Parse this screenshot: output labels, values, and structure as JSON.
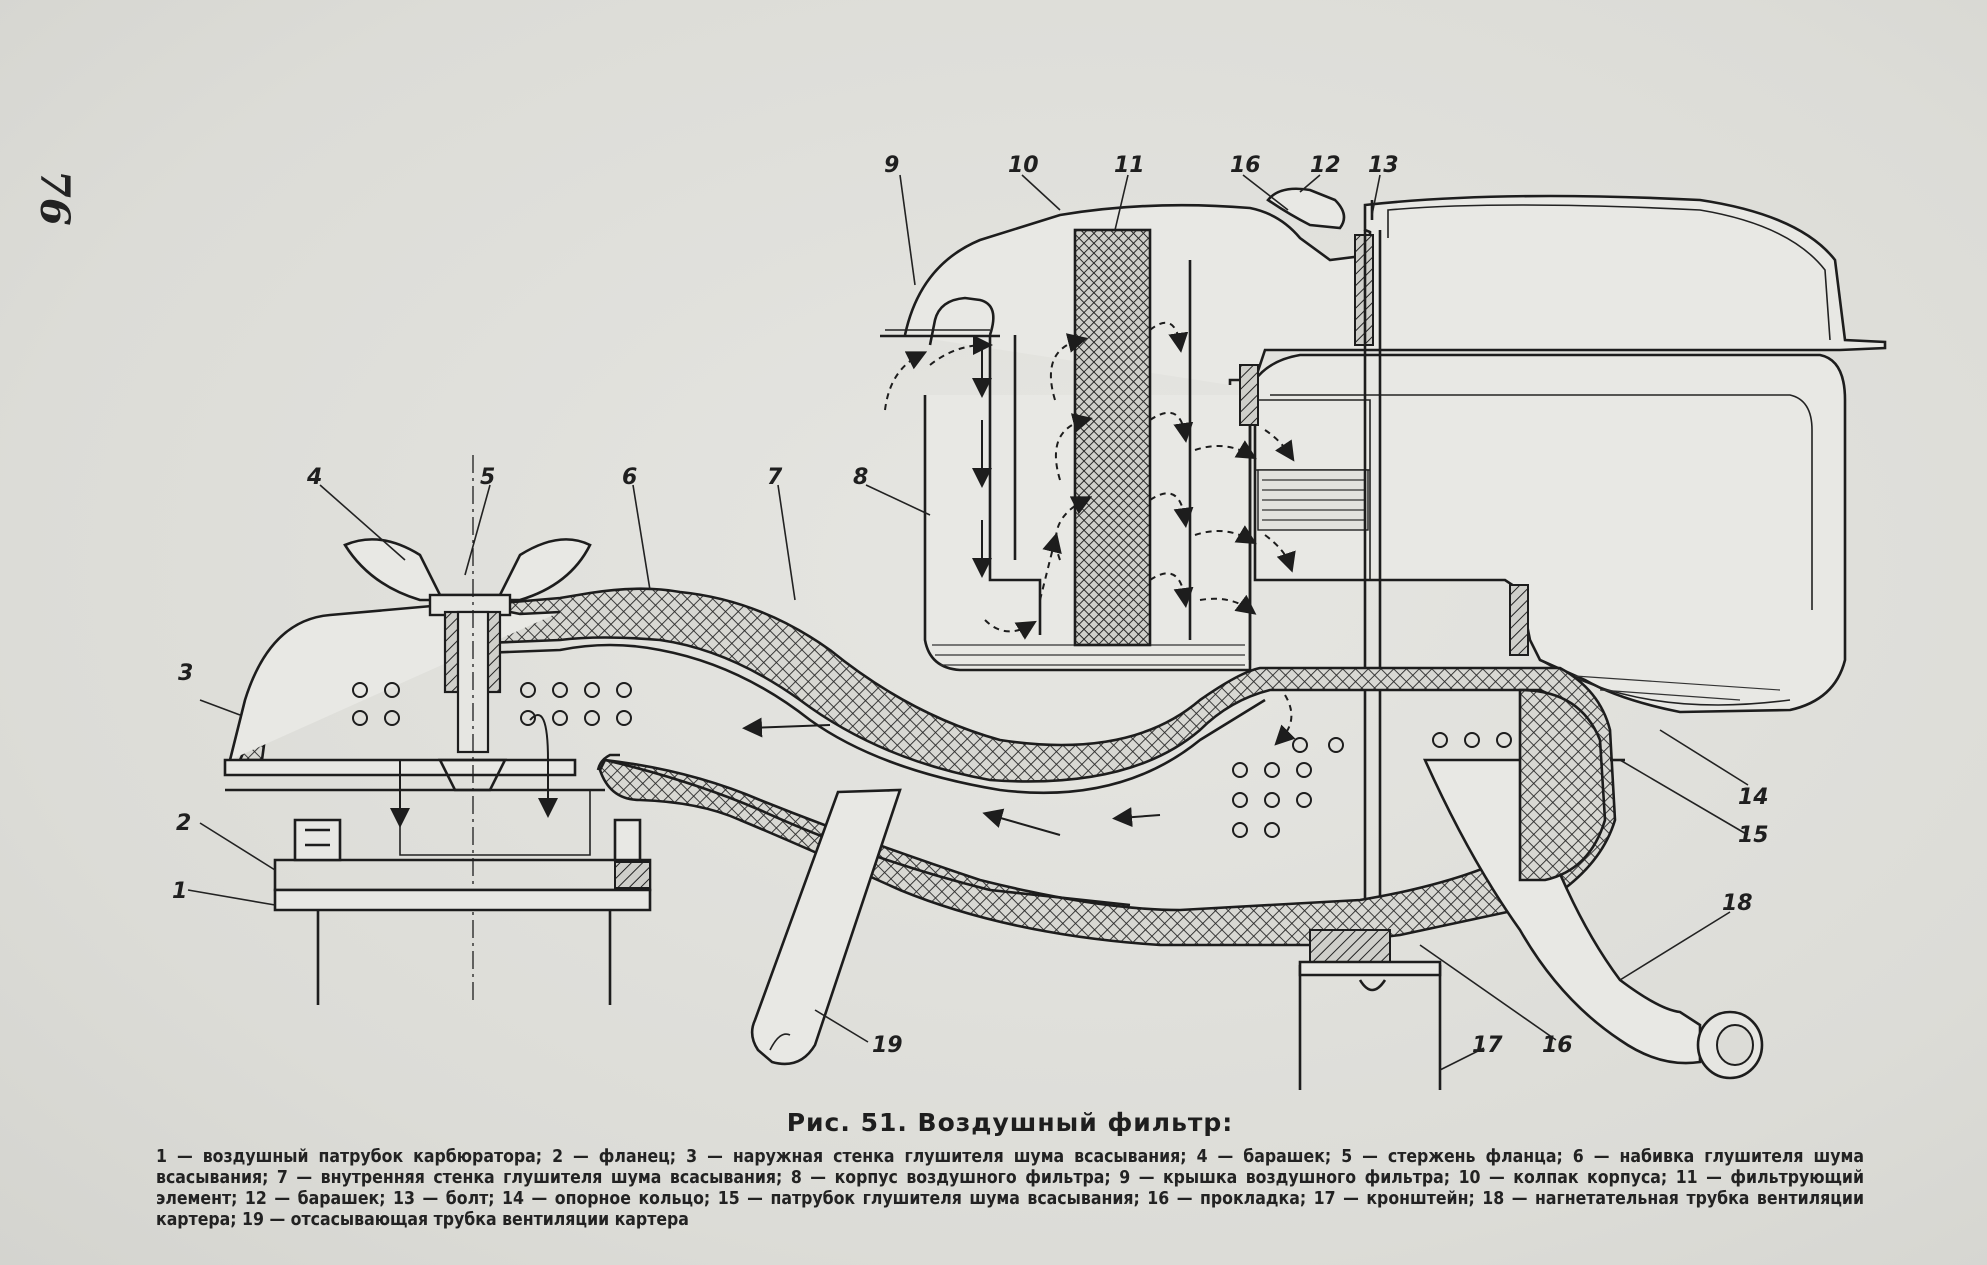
{
  "page_number": "76",
  "figure": {
    "title": "Рис. 51. Воздушный фильтр:",
    "legend": "1 — воздушный патрубок карбюратора; 2 — фланец; 3 — наружная стенка глушителя шума всасывания; 4 — барашек; 5 — стержень фланца; 6 — набивка глушителя шума всасывания; 7 — внутренняя стенка глушителя шума всасывания; 8 — корпус воздушного фильтра; 9 — крышка воздушного фильтра; 10 — колпак корпуса; 11 — фильтрующий элемент; 12 — барашек; 13 — болт; 14 — опорное кольцо; 15 — патрубок глушителя шума всасывания; 16 — прокладка; 17 — кронштейн; 18 — нагнетательная трубка вентиляции картера; 19 — отсасывающая трубка вентиляции картера"
  },
  "callouts": {
    "n1": "1",
    "n2": "2",
    "n3": "3",
    "n4": "4",
    "n5": "5",
    "n6": "6",
    "n7": "7",
    "n8": "8",
    "n9": "9",
    "n10": "10",
    "n11": "11",
    "n12": "12",
    "n13": "13",
    "n14": "14",
    "n15": "15",
    "n16a": "16",
    "n16b": "16",
    "n17": "17",
    "n18": "18",
    "n19": "19"
  }
}
